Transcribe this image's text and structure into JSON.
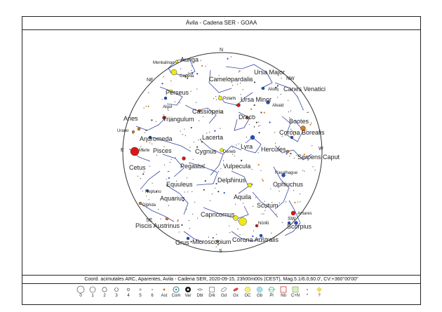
{
  "title": "Ávila - Cadena SER - GOAA",
  "caption": "Coord. acimutales ARC, Aparentes, Avila - Cadena SER, 2020-09-15, 23h00m00s (CEST), Mag.5.1/6.0,60.0', CV:+360°00'00\"",
  "directions": {
    "n": "N",
    "ne": "NE",
    "nw": "NW",
    "e": "E",
    "w": "W",
    "se": "SE",
    "sw": "SW",
    "s": "S"
  },
  "constellations": {
    "auriga": "Auriga",
    "ursa_major": "Ursa Major",
    "camelopardalis": "Camelopardalis",
    "canes_venatici": "Canes Venatici",
    "perseus": "Perseus",
    "ursa_minor": "Ursa Minor",
    "cassiopeia": "Cassiopeia",
    "draco": "Draco",
    "bootes": "Bootes",
    "aries": "Aries",
    "triangulum": "Triangulum",
    "corona_borealis": "Corona Borealis",
    "andromeda": "Andromeda",
    "lacerta": "Lacerta",
    "pisces": "Pisces",
    "cygnus": "Cygnus",
    "lyra": "Lyra",
    "hercules": "Hercules",
    "serpens_caput": "Serpens Caput",
    "cetus": "Cetus",
    "pegasus": "Pegasus",
    "vulpecula": "Vulpecula",
    "delphinus": "Delphinus",
    "equuleus": "Equuleus",
    "ophiuchus": "Ophiuchus",
    "aquarius": "Aquarius",
    "aquila": "Aquila",
    "scutum": "Scutum",
    "capricornus": "Capricornus",
    "piscis_austrinus": "Piscis Austrinus",
    "scorpius": "Scorpius",
    "microscopium": "Microscopium",
    "corona_australis": "Corona Australis",
    "grus": "Grus"
  },
  "stars": {
    "menkalinan": "Menkalinan",
    "capella": "Capella",
    "alioth": "Alioth",
    "alkaid": "Alkaid",
    "polaris": "Polaris",
    "algol": "Algol",
    "deneb": "Deneb",
    "rasalhague": "Rasalhague",
    "diphda": "Diphda",
    "antares": "Antares"
  },
  "planets": {
    "urano": "Urano",
    "marte": "Marte",
    "neptuno": "Neptuno",
    "nunki": "Nunki"
  },
  "legend": [
    "0",
    "1",
    "2",
    "3",
    "4",
    "5",
    "6",
    "Ast",
    "Com",
    "Var",
    "Dbl",
    "Drk",
    "Gd",
    "Gx",
    "OC",
    "Gb",
    "Pl",
    "Nb",
    "C+N",
    "*",
    "?"
  ],
  "colors": {
    "star_red": "#d81818",
    "star_orange": "#e07818",
    "star_yellow": "#f0e818",
    "star_blue": "#2050d0",
    "line_blue": "#3848a0",
    "label": "#202020"
  }
}
